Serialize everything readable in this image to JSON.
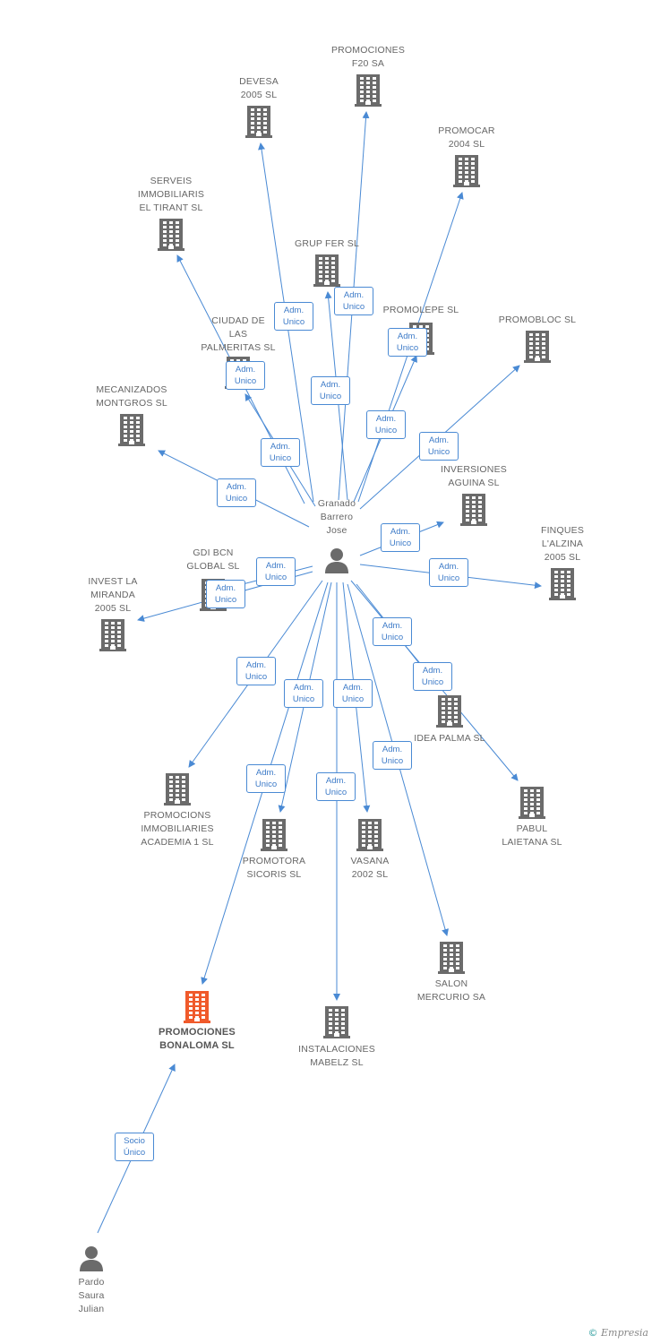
{
  "diagram": {
    "colors": {
      "edge": "#4a8ad4",
      "building": "#6b6b6b",
      "focus_building": "#f05a2b",
      "person": "#6b6b6b"
    },
    "nodes": [
      {
        "id": "devesa",
        "type": "company",
        "label": "DEVESA\n2005 SL"
      },
      {
        "id": "f20",
        "type": "company",
        "label": "PROMOCIONES\nF20 SA"
      },
      {
        "id": "promocar",
        "type": "company",
        "label": "PROMOCAR\n2004 SL"
      },
      {
        "id": "serveis",
        "type": "company",
        "label": "SERVEIS\nIMMOBILIARIS\nEL TIRANT SL"
      },
      {
        "id": "grupfer",
        "type": "company",
        "label": "GRUP FER SL"
      },
      {
        "id": "promolepe",
        "type": "company",
        "label": "PROMOLEPE SL"
      },
      {
        "id": "promobloc",
        "type": "company",
        "label": "PROMOBLOC SL"
      },
      {
        "id": "ciudad",
        "type": "company",
        "label": "CIUDAD DE\nLAS\nPALMERITAS SL"
      },
      {
        "id": "mecanizados",
        "type": "company",
        "label": "MECANIZADOS\nMONTGROS SL"
      },
      {
        "id": "inversiones",
        "type": "company",
        "label": "INVERSIONES\nAGUINA SL"
      },
      {
        "id": "granado",
        "type": "person",
        "label": "Granado\nBarrero\nJose"
      },
      {
        "id": "gdibcn",
        "type": "company",
        "label": "GDI BCN\nGLOBAL SL"
      },
      {
        "id": "finques",
        "type": "company",
        "label": "FINQUES\nL'ALZINA\n2005 SL"
      },
      {
        "id": "invest",
        "type": "company",
        "label": "INVEST LA\nMIRANDA\n2005 SL"
      },
      {
        "id": "ideapalma",
        "type": "company",
        "label": "IDEA PALMA SL"
      },
      {
        "id": "academia",
        "type": "company",
        "label": "PROMOCIONS\nIMMOBILIARIES\nACADEMIA 1 SL"
      },
      {
        "id": "sicoris",
        "type": "company",
        "label": "PROMOTORA\nSICORIS SL"
      },
      {
        "id": "vasana",
        "type": "company",
        "label": "VASANA\n2002 SL"
      },
      {
        "id": "pabul",
        "type": "company",
        "label": "PABUL\nLAIETANA SL"
      },
      {
        "id": "salon",
        "type": "company",
        "label": "SALON\nMERCURIO SA"
      },
      {
        "id": "bonaloma",
        "type": "focus",
        "label": "PROMOCIONES\nBONALOMA SL"
      },
      {
        "id": "mabelz",
        "type": "company",
        "label": "INSTALACIONES\nMABELZ SL"
      },
      {
        "id": "pardo",
        "type": "person",
        "label": "Pardo\nSaura\nJulian"
      }
    ],
    "edges": [
      {
        "from": "granado",
        "to": "devesa",
        "label": [
          "Adm.",
          "Unico"
        ]
      },
      {
        "from": "granado",
        "to": "f20",
        "label": [
          "Adm.",
          "Unico"
        ]
      },
      {
        "from": "granado",
        "to": "promocar",
        "label": [
          "Adm.",
          "Unico"
        ]
      },
      {
        "from": "granado",
        "to": "serveis",
        "label": [
          "Adm.",
          "Unico"
        ]
      },
      {
        "from": "granado",
        "to": "grupfer",
        "label": [
          "Adm.",
          "Unico"
        ]
      },
      {
        "from": "granado",
        "to": "promolepe",
        "label": [
          "Adm.",
          "Unico"
        ]
      },
      {
        "from": "granado",
        "to": "promobloc",
        "label": [
          "Adm.",
          "Unico"
        ]
      },
      {
        "from": "granado",
        "to": "ciudad",
        "label": [
          "Adm.",
          "Unico"
        ]
      },
      {
        "from": "granado",
        "to": "mecanizados",
        "label": [
          "Adm.",
          "Unico"
        ]
      },
      {
        "from": "granado",
        "to": "inversiones",
        "label": [
          "Adm.",
          "Unico"
        ]
      },
      {
        "from": "granado",
        "to": "finques",
        "label": [
          "Adm.",
          "Unico"
        ]
      },
      {
        "from": "granado",
        "to": "gdibcn",
        "label": [
          "Adm.",
          "Unico"
        ]
      },
      {
        "from": "granado",
        "to": "invest",
        "label": [
          "Adm.",
          "Unico"
        ]
      },
      {
        "from": "granado",
        "to": "ideapalma",
        "label": [
          "Adm.",
          "Unico"
        ]
      },
      {
        "from": "granado",
        "to": "pabul",
        "label": [
          "Adm.",
          "Unico"
        ]
      },
      {
        "from": "granado",
        "to": "academia",
        "label": [
          "Adm.",
          "Unico"
        ]
      },
      {
        "from": "granado",
        "to": "sicoris",
        "label": [
          "Adm.",
          "Unico"
        ]
      },
      {
        "from": "granado",
        "to": "vasana",
        "label": [
          "Adm.",
          "Unico"
        ]
      },
      {
        "from": "granado",
        "to": "salon",
        "label": [
          "Adm.",
          "Unico"
        ]
      },
      {
        "from": "granado",
        "to": "bonaloma",
        "label": [
          "Adm.",
          "Unico"
        ]
      },
      {
        "from": "granado",
        "to": "mabelz",
        "label": [
          "Adm.",
          "Unico"
        ]
      },
      {
        "from": "pardo",
        "to": "bonaloma",
        "label": [
          "Socio",
          "Único"
        ]
      }
    ]
  },
  "footer": {
    "copyright_symbol": "©",
    "brand": "Empresia"
  }
}
